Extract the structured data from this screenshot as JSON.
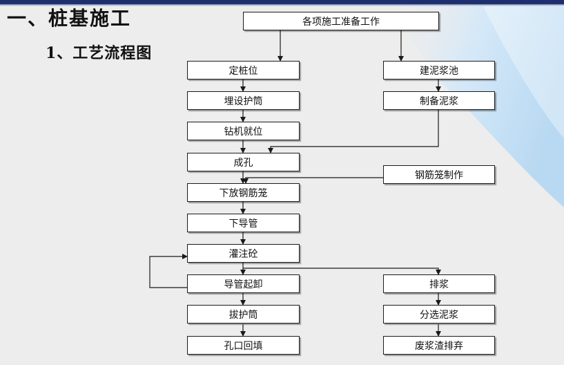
{
  "slide": {
    "title": "一、桩基施工",
    "subtitle": "1、工艺流程图"
  },
  "flowchart": {
    "start": "各项施工准备工作",
    "main_steps": [
      "定桩位",
      "埋设护筒",
      "钻机就位",
      "成孔",
      "下放钢筋笼",
      "下导管",
      "灌注砼",
      "导管起卸",
      "拔护筒",
      "孔口回填"
    ],
    "slurry_steps": [
      "建泥浆池",
      "制备泥浆"
    ],
    "cage_step": "钢筋笼制作",
    "discharge_steps": [
      "排浆",
      "分选泥浆",
      "废浆渣排弃"
    ]
  },
  "colors": {
    "header_bar": "#1e2f6e",
    "background": "#ededed",
    "swoosh": "#cfe6f8",
    "box_fill": "#ffffff",
    "line": "#1a1a1a"
  }
}
